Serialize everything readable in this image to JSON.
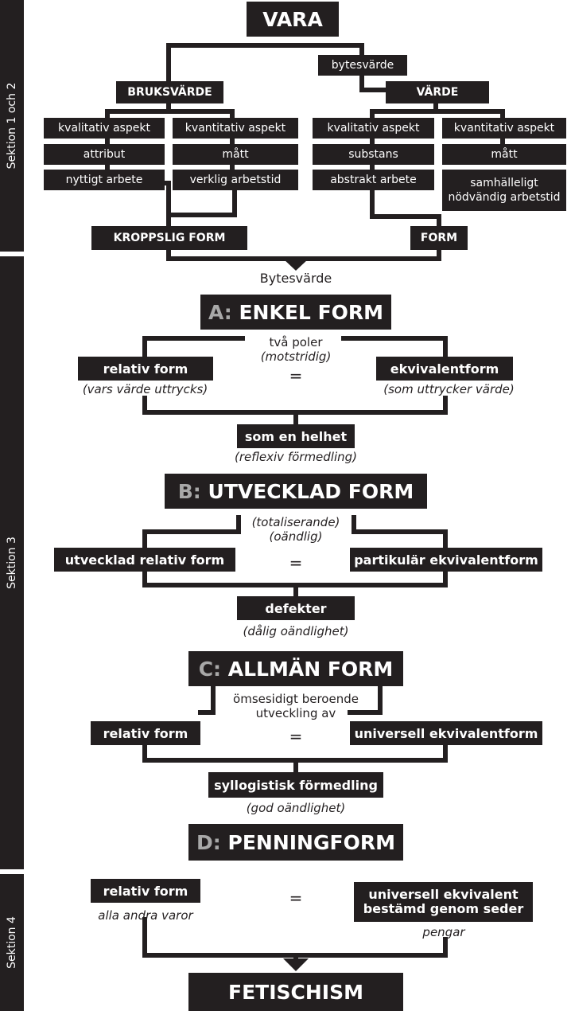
{
  "sections": [
    "Sektion 1 och 2",
    "Sektion 3",
    "Sektion 4"
  ],
  "top": {
    "vara": "VARA",
    "bytesvarde_small": "bytesvärde",
    "bruksvarde": "BRUKSVÄRDE",
    "varde": "VÄRDE",
    "left_col1": [
      "kvalitativ aspekt",
      "attribut",
      "nyttigt arbete"
    ],
    "left_col2": [
      "kvantitativ aspekt",
      "mått",
      "verklig arbetstid"
    ],
    "right_col1": [
      "kvalitativ aspekt",
      "substans",
      "abstrakt arbete"
    ],
    "right_col2": [
      "kvantitativ aspekt",
      "mått",
      "samhälleligt nödvändig arbetstid"
    ],
    "kroppslig_form": "KROPPSLIG FORM",
    "form": "FORM"
  },
  "bytesvarde": "Bytesvärde",
  "a": {
    "letter": "A:",
    "title": "ENKEL FORM",
    "center_line1": "två poler",
    "center_line2": "(motstridig)",
    "left": "relativ form",
    "left_note": "(vars värde uttrycks)",
    "right": "ekvivalentform",
    "right_note": "(som uttrycker värde)",
    "eq": "=",
    "bridge": "som en helhet",
    "bridge_note": "(reflexiv förmedling)"
  },
  "b": {
    "letter": "B:",
    "title": "UTVECKLAD FORM",
    "center_line1": "(totaliserande)",
    "center_line2": "(oändlig)",
    "left": "utvecklad relativ form",
    "right": "partikulär ekvivalentform",
    "eq": "=",
    "bridge": "defekter",
    "bridge_note": "(dålig oändlighet)"
  },
  "c": {
    "letter": "C:",
    "title": "ALLMÄN FORM",
    "center_line1": "ömsesidigt beroende",
    "center_line2": "utveckling av",
    "left": "relativ form",
    "right": "universell ekvivalentform",
    "eq": "=",
    "bridge": "syllogistisk förmedling",
    "bridge_note": "(god oändlighet)"
  },
  "d": {
    "letter": "D:",
    "title": "PENNINGFORM",
    "left": "relativ form",
    "left_note": "alla andra varor",
    "right": "universell ekvivalent bestämd genom seder",
    "right_note": "pengar",
    "eq": "="
  },
  "final": "FETISCHISM"
}
